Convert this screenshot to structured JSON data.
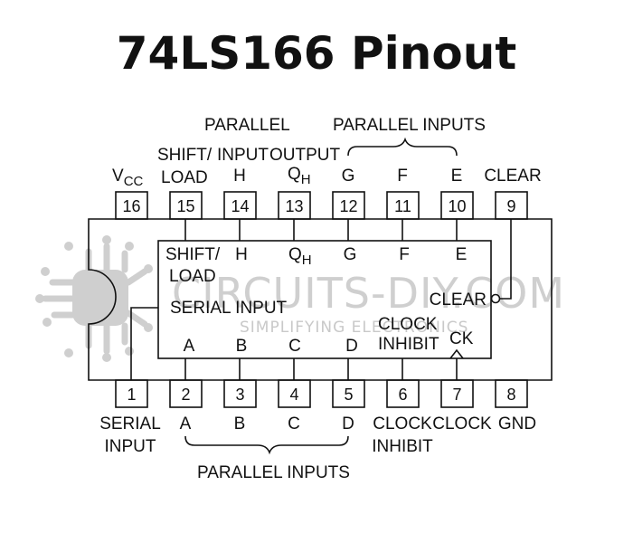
{
  "title": "74LS166 Pinout",
  "watermark": {
    "brand": "CIRCUITS-DIY.COM",
    "tagline": "SIMPLIFYING ELECTRONICS",
    "color": "#cfcfcf"
  },
  "top_pins": [
    {
      "num": "16",
      "label": "V",
      "sub": "CC"
    },
    {
      "num": "15",
      "label_lines": [
        "SHIFT/",
        "LOAD"
      ]
    },
    {
      "num": "14",
      "label": "H"
    },
    {
      "num": "13",
      "label": "Q",
      "sub": "H"
    },
    {
      "num": "12",
      "label": "G"
    },
    {
      "num": "11",
      "label": "F"
    },
    {
      "num": "10",
      "label": "E"
    },
    {
      "num": "9",
      "label": "CLEAR"
    }
  ],
  "bottom_pins": [
    {
      "num": "1",
      "label_lines": [
        "SERIAL",
        "INPUT"
      ]
    },
    {
      "num": "2",
      "label": "A"
    },
    {
      "num": "3",
      "label": "B"
    },
    {
      "num": "4",
      "label": "C"
    },
    {
      "num": "5",
      "label": "D"
    },
    {
      "num": "6",
      "label_lines": [
        "CLOCK",
        "INHIBIT"
      ]
    },
    {
      "num": "7",
      "label": "CLOCK"
    },
    {
      "num": "8",
      "label": "GND"
    }
  ],
  "group_labels": {
    "parallel_input": [
      "PARALLEL",
      "INPUT"
    ],
    "parallel_output": "OUTPUT",
    "parallel_inputs_top": "PARALLEL INPUTS",
    "parallel_inputs_bottom": "PARALLEL INPUTS"
  },
  "inner_labels": {
    "shift_load": [
      "SHIFT/",
      "LOAD"
    ],
    "h": "H",
    "qh": "Q",
    "qh_sub": "H",
    "g": "G",
    "f": "F",
    "e": "E",
    "clear": "CLEAR",
    "serial_input": "SERIAL INPUT",
    "clock_inhibit": [
      "CLOCK",
      "INHIBIT"
    ],
    "ck": "CK",
    "a": "A",
    "b": "B",
    "c": "C",
    "d": "D"
  }
}
